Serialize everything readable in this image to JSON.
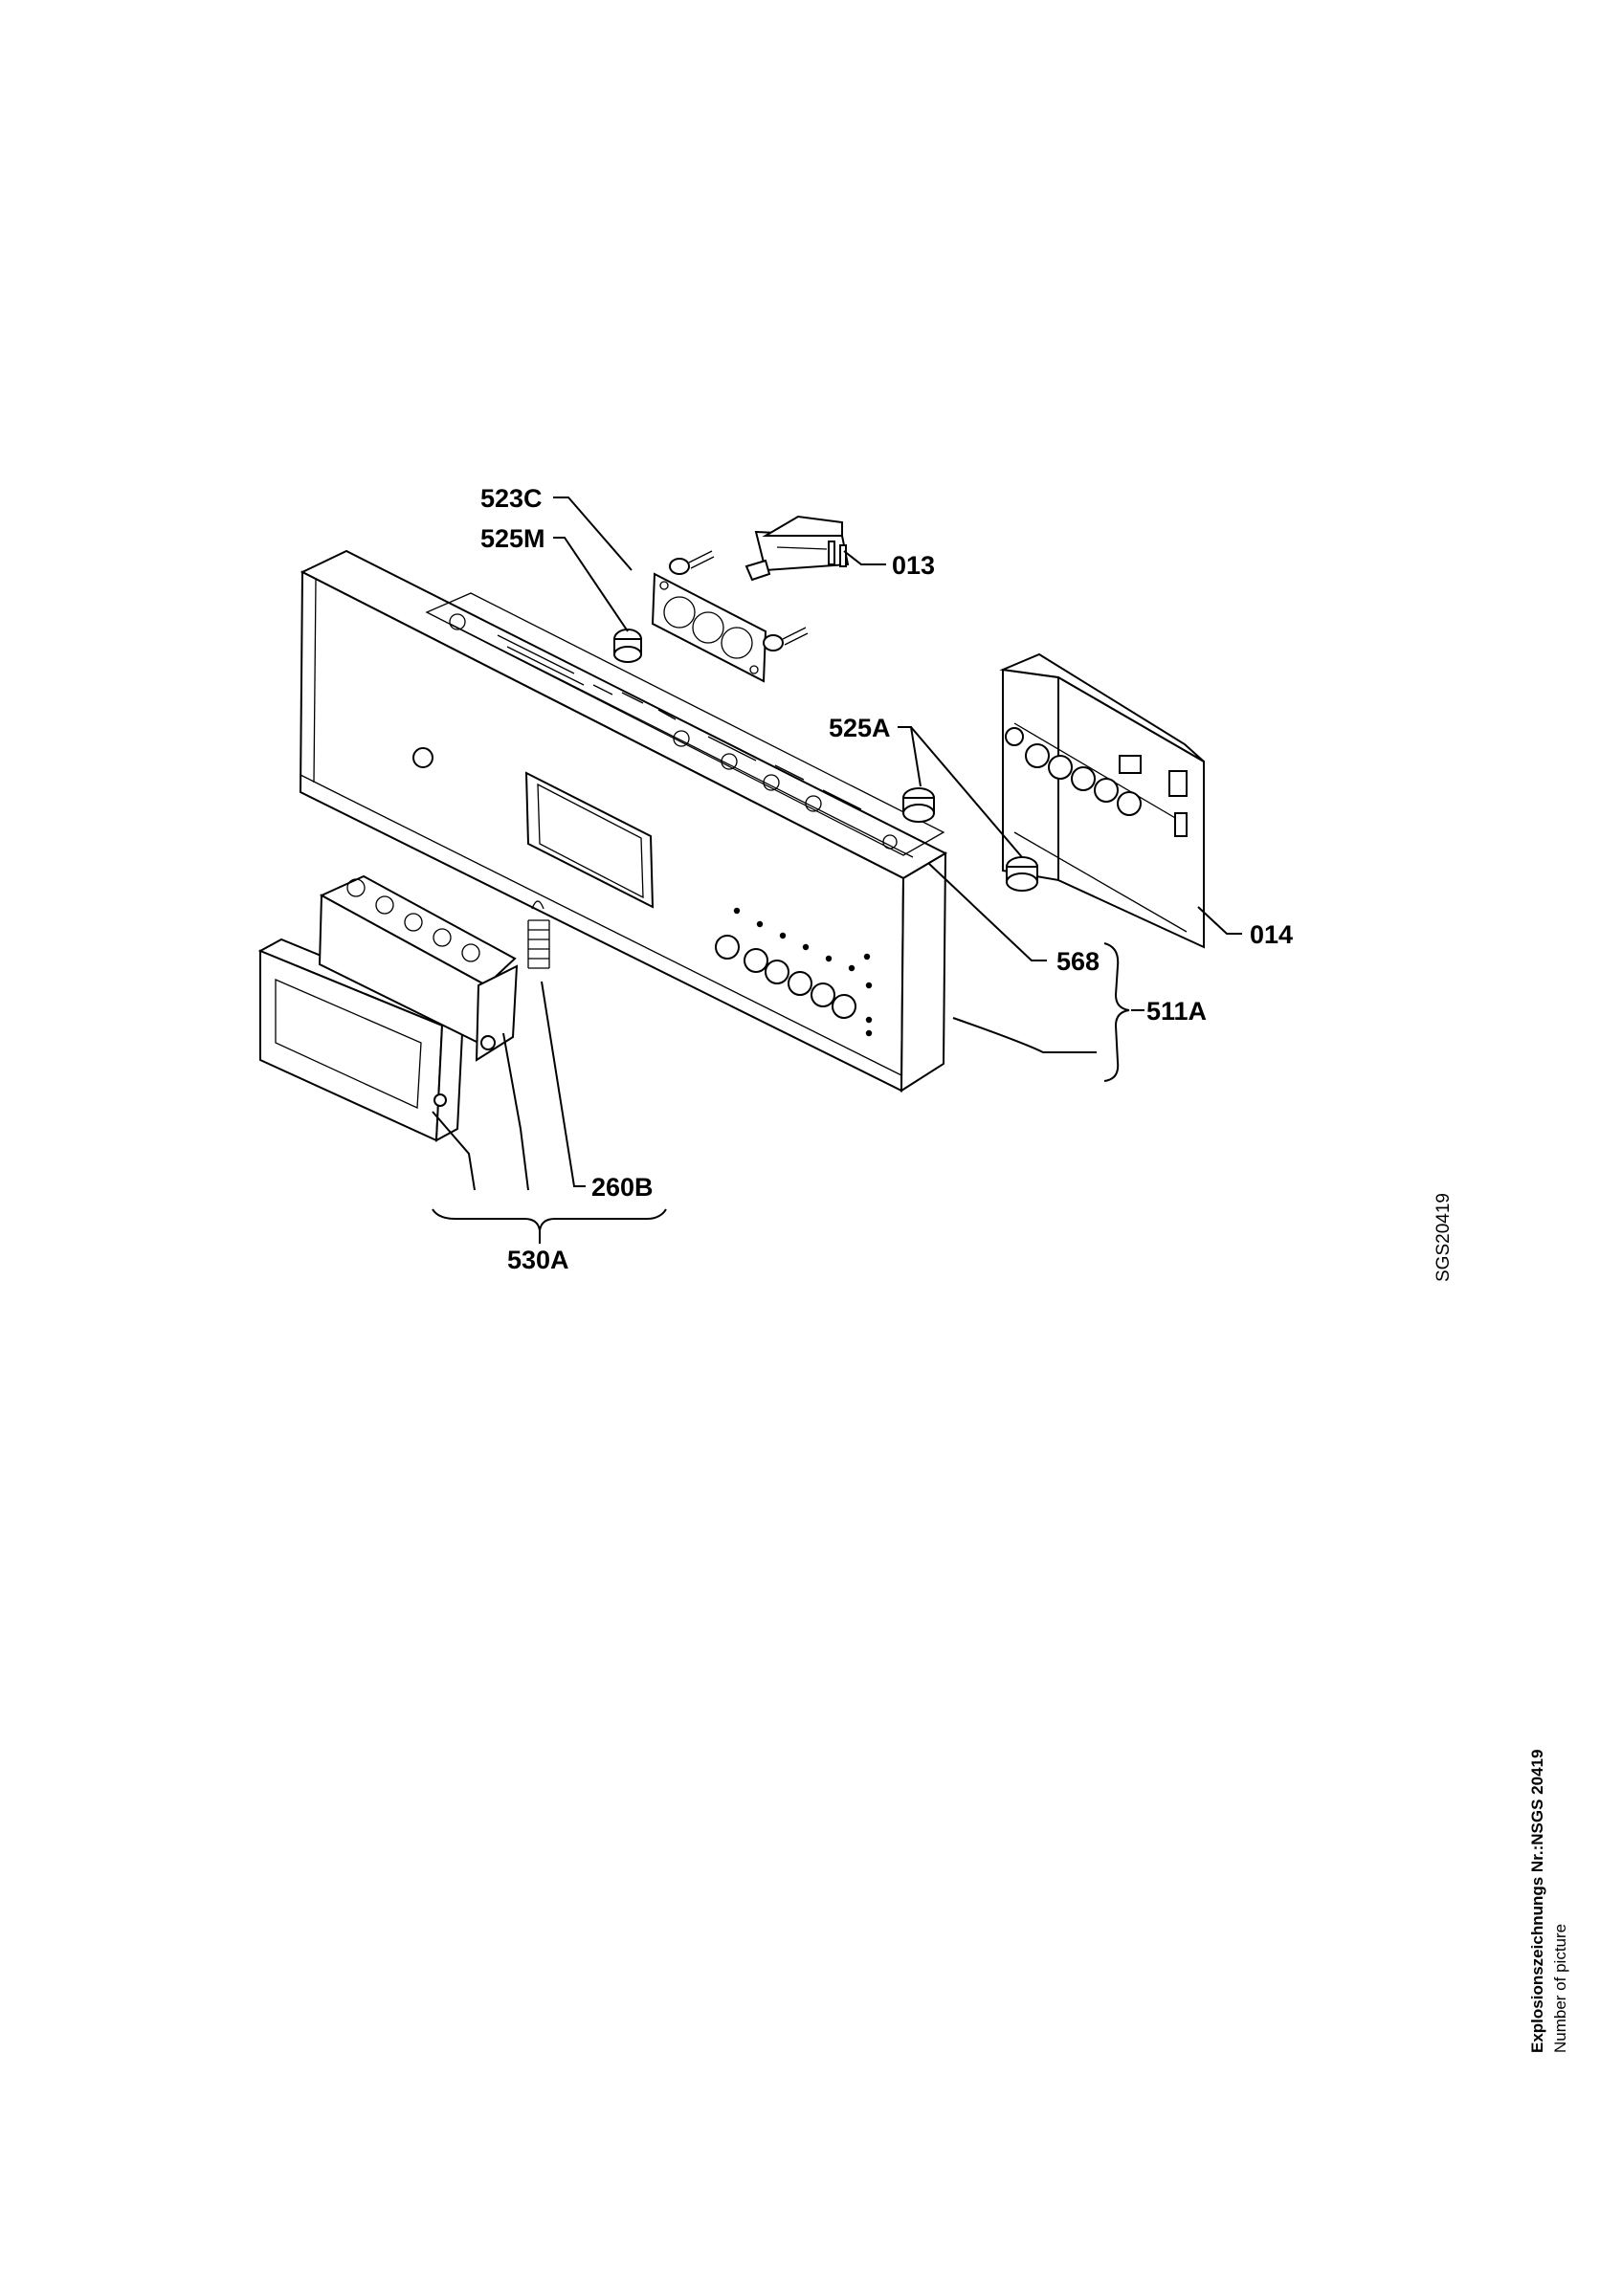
{
  "diagram": {
    "labels": {
      "p523C": "523C",
      "p525M": "525M",
      "p013": "013",
      "p525A": "525A",
      "p014": "014",
      "p568": "568",
      "p511A": "511A",
      "p260B": "260B",
      "p530A": "530A"
    },
    "drawing_code": "SGS20419"
  },
  "footer": {
    "title": "Explosionszeichnungs Nr.:NSGS 20419",
    "subtitle": "Number of picture"
  }
}
